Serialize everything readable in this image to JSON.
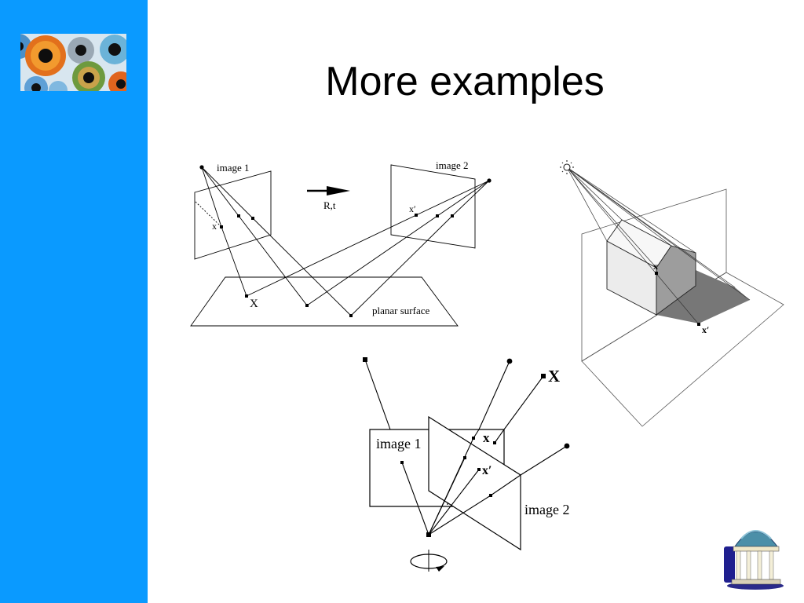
{
  "slide": {
    "title": "More examples"
  },
  "figure_planar": {
    "label_image1": "image 1",
    "label_image2": "image 2",
    "label_motion": "R,t",
    "label_x": "x",
    "label_xprime": "x′",
    "label_X": "X",
    "label_surface": "planar surface"
  },
  "figure_shadow": {
    "label_x": "x",
    "label_xprime": "x′"
  },
  "figure_rotation": {
    "label_image1": "image 1",
    "label_image2": "image 2",
    "label_x": "x",
    "label_xprime": "x′",
    "label_X": "X"
  },
  "icons": {
    "logo": "eye-iris-collage-icon",
    "emblem": "old-well-emblem-icon",
    "light": "sun-light-source-icon",
    "rotation": "rotation-arrow-icon"
  }
}
